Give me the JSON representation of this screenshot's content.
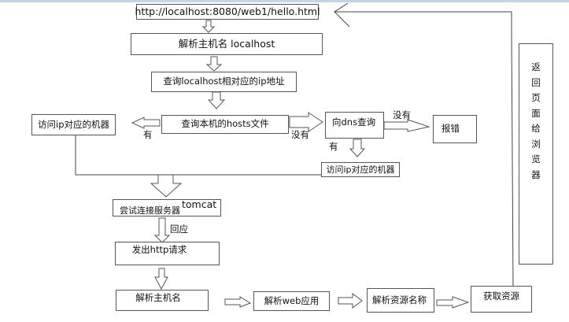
{
  "diagram": {
    "title": "HTTP request flow",
    "nodes": {
      "url": "http://localhost:8080/web1/hello.html",
      "parse_host": "解析主机名 localhost",
      "query_ip": "查询localhost相对应的ip地址",
      "query_hosts": "查询本机的hosts文件",
      "visit_ip_left": "访问ip对应的机器",
      "query_dns": "向dns查询",
      "error": "报错",
      "visit_ip_right": "访问ip对应的机器",
      "connect_server": "尝试连接服务器",
      "connect_server_suffix": "tomcat",
      "send_http": "发出http请求",
      "parse_hostname": "解析主机名",
      "parse_webapp": "解析web应用",
      "parse_resource": "解析资源名称",
      "get_resource": "获取资源",
      "return_page_chars": [
        "返",
        "回",
        "页",
        "面",
        "给",
        "浏",
        "览",
        "器"
      ]
    },
    "edge_labels": {
      "hosts_yes": "有",
      "hosts_no": "没有",
      "dns_no": "没有",
      "dns_yes": "有",
      "server_response": "回应"
    },
    "colors": {
      "stroke": "#555555",
      "top_border": "#c5d3e8"
    }
  }
}
